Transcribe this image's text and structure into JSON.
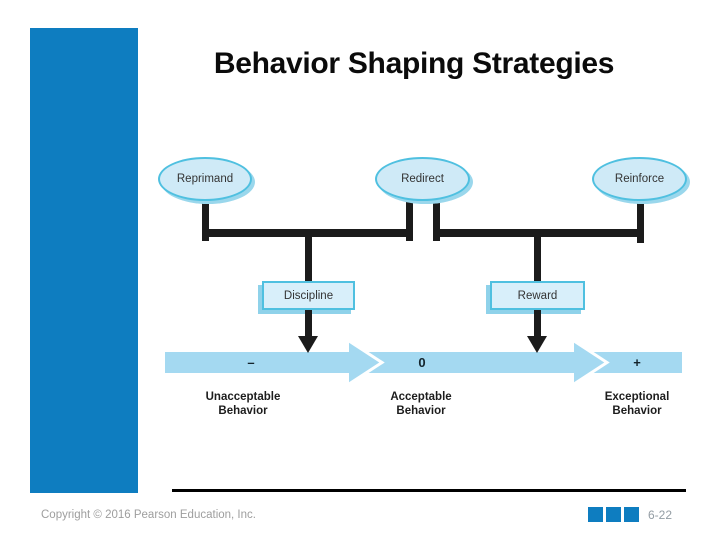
{
  "slide": {
    "title": "Behavior Shaping Strategies"
  },
  "diagram": {
    "strategies": [
      {
        "label": "Reprimand"
      },
      {
        "label": "Redirect"
      },
      {
        "label": "Reinforce"
      }
    ],
    "actions": [
      {
        "label": "Discipline"
      },
      {
        "label": "Reward"
      }
    ],
    "scale_markers": [
      {
        "symbol": "–"
      },
      {
        "symbol": "0"
      },
      {
        "symbol": "+"
      }
    ],
    "behavior_labels": [
      {
        "line1": "Unacceptable",
        "line2": "Behavior"
      },
      {
        "line1": "Acceptable",
        "line2": "Behavior"
      },
      {
        "line1": "Exceptional",
        "line2": "Behavior"
      }
    ],
    "colors": {
      "accent_blue": "#0e7dc0",
      "band_blue": "#a4d9f1",
      "shape_fill": "#cfeaf7",
      "shape_border": "#4fc0e0",
      "connector_black": "#1b1b1b"
    }
  },
  "footer": {
    "copyright": "Copyright © 2016 Pearson Education, Inc.",
    "page_number": "6-22"
  }
}
